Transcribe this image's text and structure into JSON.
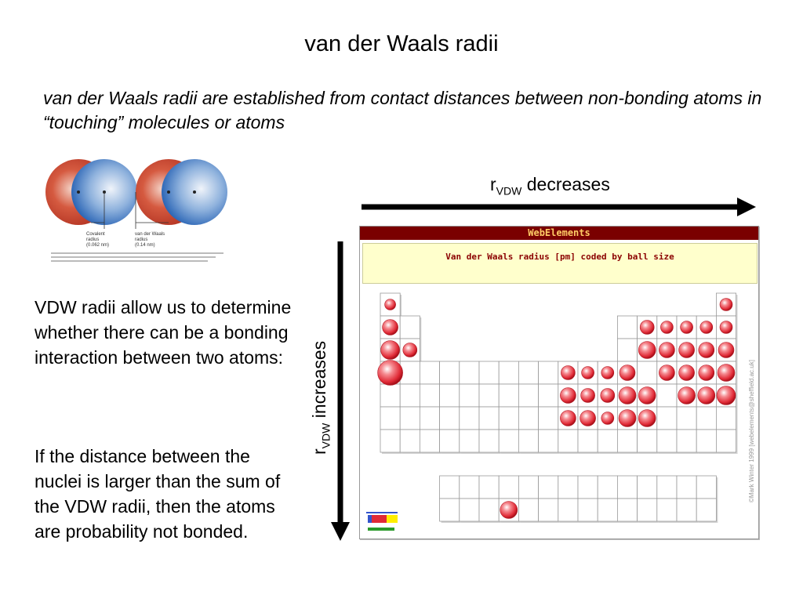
{
  "slide": {
    "title": "van der Waals radii",
    "subtitle": "van der Waals radii are established from contact distances between non-bonding atoms in “touching” molecules or atoms",
    "para1": "VDW radii allow us to determine whether there can be a bonding interaction between two atoms:",
    "para2": "If the distance between the nuclei is larger than the sum of the VDW radii, then the atoms are probability not bonded."
  },
  "axes": {
    "horizontal": {
      "prefix": "r",
      "sub": "VDW",
      "suffix": " decreases"
    },
    "vertical": {
      "prefix": "r",
      "sub": "VDW",
      "suffix": " increases"
    }
  },
  "figure": {
    "labels": [
      "Covalent radius (0.062 nm)",
      "van der Waals radius (0.14 nm)"
    ],
    "labels_short": [
      "Covalent",
      "radius",
      "(0.062 nm)",
      "van der Waals",
      "radius",
      "(0.14 nm)"
    ]
  },
  "periodic_table": {
    "header": "WebElements",
    "caption": "Van der Waals radius [pm] coded by ball size",
    "copyright": "©Mark Winter 1999 [webelements@sheffield.ac.uk]",
    "colors": {
      "ball": "#e8404a",
      "frame": "#7a0000",
      "caption_bg": "#ffffcc"
    }
  }
}
